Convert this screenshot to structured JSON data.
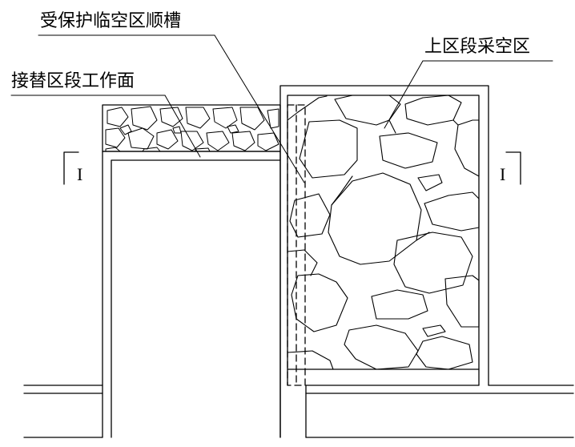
{
  "labels": {
    "protected_roadway": "受保护临空区顺槽",
    "upper_goaf": "上区段采空区",
    "successor_face": "接替区段工作面"
  },
  "section_marks": {
    "left": "I",
    "right": "I"
  }
}
